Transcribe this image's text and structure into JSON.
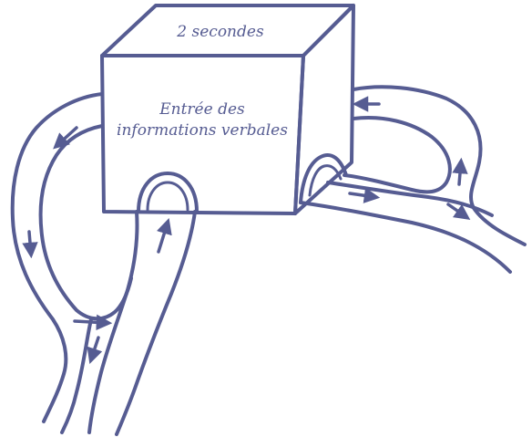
{
  "diagram": {
    "box_top_label": "2 secondes",
    "box_front_label_line1": "Entrée des",
    "box_front_label_line2": "informations verbales",
    "ink_color": "#565C92",
    "background_color": "#FFFFFF"
  }
}
